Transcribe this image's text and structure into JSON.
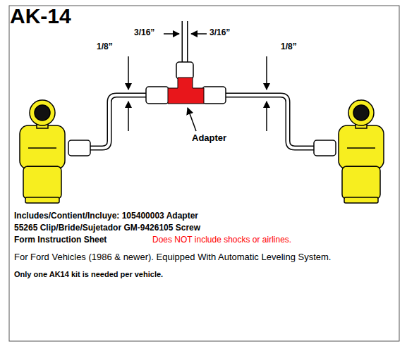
{
  "diagram": {
    "title": "AK-14",
    "labels": [
      "3/16”",
      "3/16”",
      "1/8”",
      "1/8”",
      "Adapter",
      "Includes/Contient/Incluye: 105400003 Adapter",
      "55265 Clip/Bride/Sujetador GM-9426105 Screw",
      "Form Instruction Sheet",
      "Does NOT include shocks or airlines.",
      "For Ford Vehicles (1986 & newer). Equipped With Automatic Leveling System.",
      "Only one AK14 kit is needed per vehicle."
    ]
  }
}
